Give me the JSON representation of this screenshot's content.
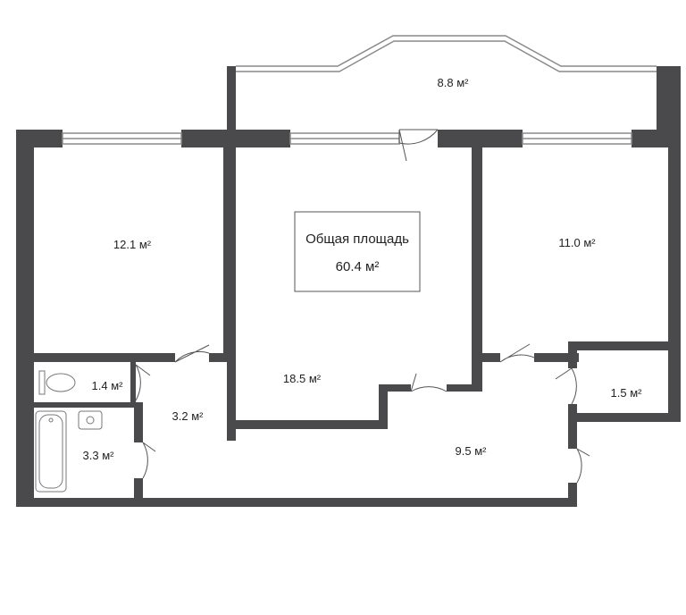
{
  "colors": {
    "wall": "#4a4a4c",
    "window_frame": "#8a8a8a",
    "background": "#ffffff",
    "fixture": "#777777",
    "text": "#222222"
  },
  "plan": {
    "total_area": {
      "title": "Общая площадь",
      "value": "60.4 м²"
    },
    "rooms": {
      "balcony": "8.8 м²",
      "bedroom_left": "12.1 м²",
      "living_room": "18.5 м²",
      "bedroom_right": "11.0 м²",
      "toilet": "1.4 м²",
      "bathroom": "3.3 м²",
      "corridor_left": "3.2 м²",
      "hallway": "9.5 м²",
      "closet": "1.5 м²"
    }
  }
}
